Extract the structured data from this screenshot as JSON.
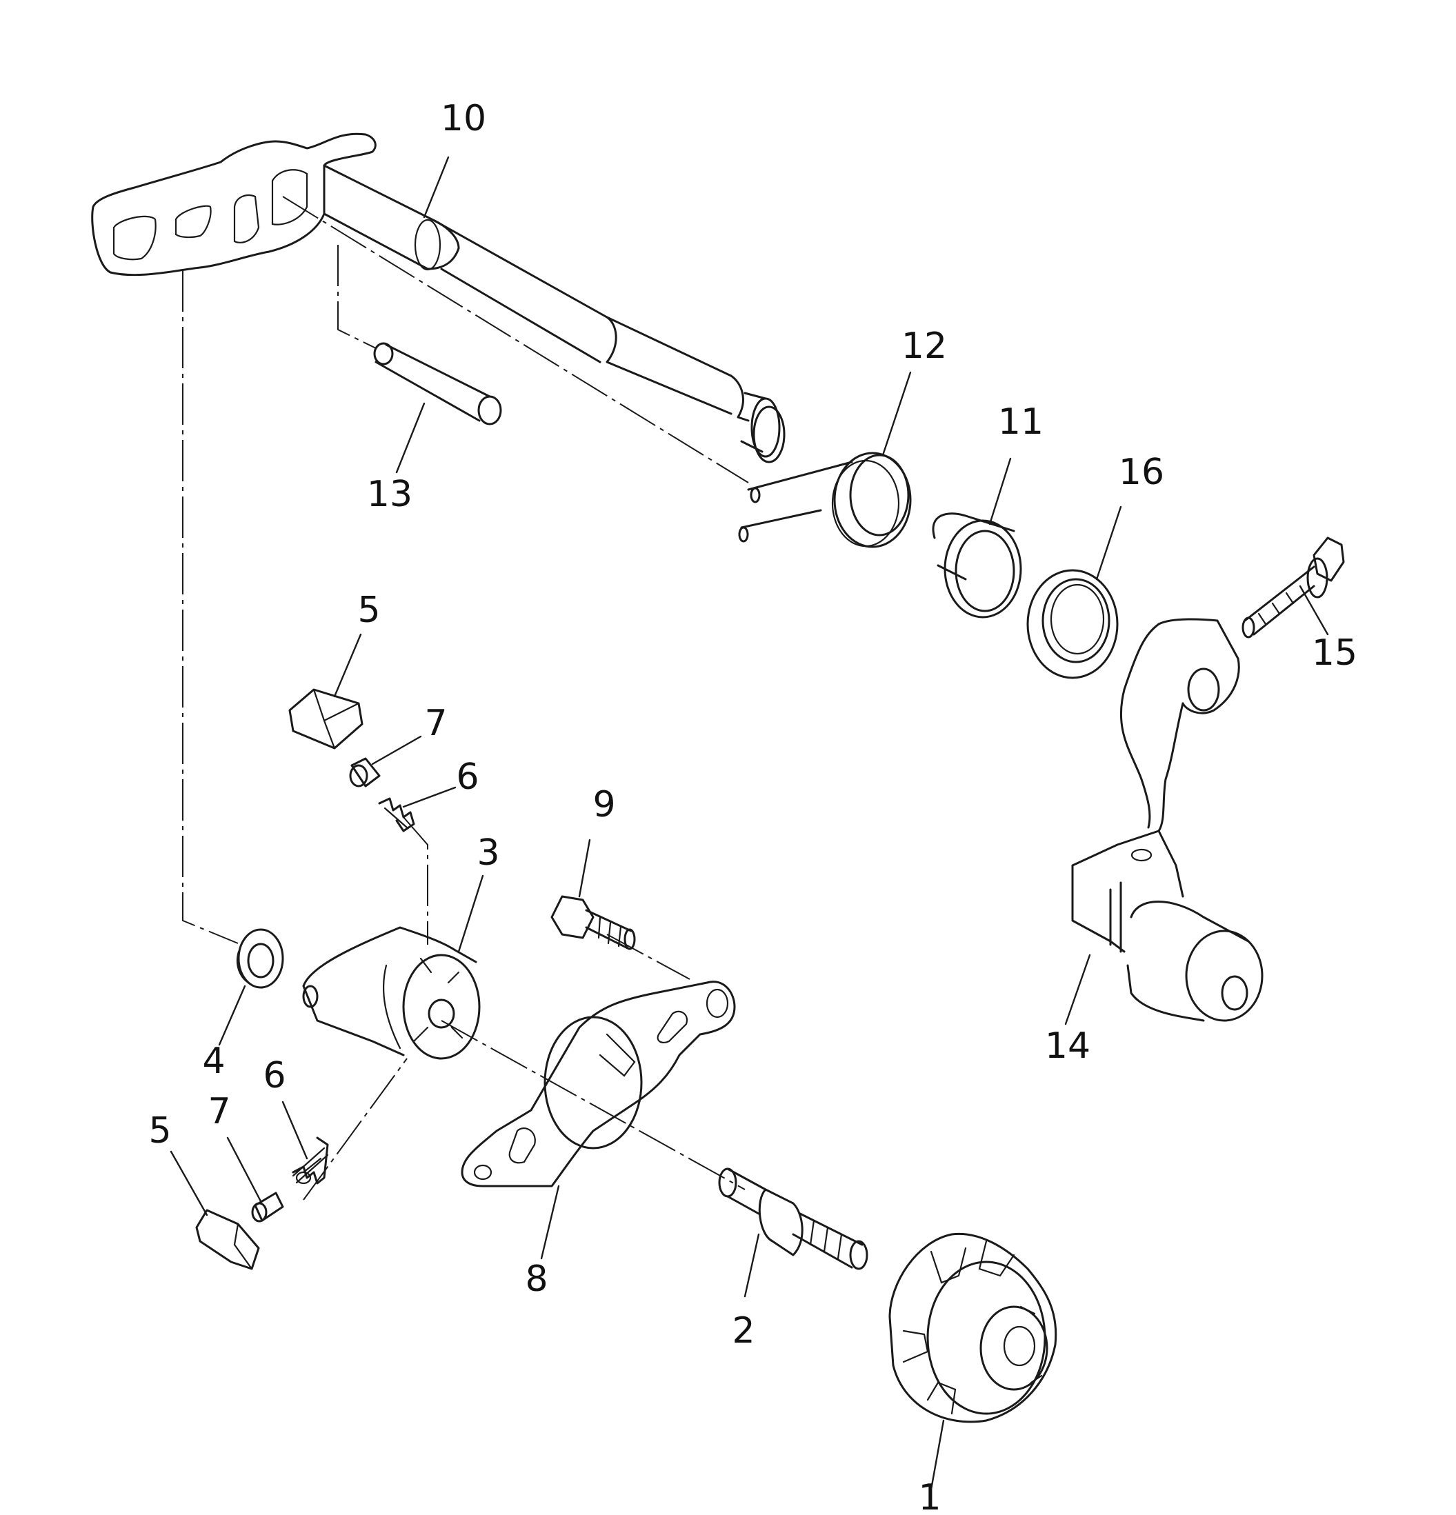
{
  "callouts": [
    {
      "id": "c10",
      "text": "10"
    },
    {
      "id": "c12",
      "text": "12"
    },
    {
      "id": "c11",
      "text": "11"
    },
    {
      "id": "c16",
      "text": "16"
    },
    {
      "id": "c15",
      "text": "15"
    },
    {
      "id": "c13",
      "text": "13"
    },
    {
      "id": "c5a",
      "text": "5"
    },
    {
      "id": "c7a",
      "text": "7"
    },
    {
      "id": "c6a",
      "text": "6"
    },
    {
      "id": "c9",
      "text": "9"
    },
    {
      "id": "c3",
      "text": "3"
    },
    {
      "id": "c14",
      "text": "14"
    },
    {
      "id": "c4",
      "text": "4"
    },
    {
      "id": "c6b",
      "text": "6"
    },
    {
      "id": "c7b",
      "text": "7"
    },
    {
      "id": "c5b",
      "text": "5"
    },
    {
      "id": "c8",
      "text": "8"
    },
    {
      "id": "c2",
      "text": "2"
    },
    {
      "id": "c1",
      "text": "1"
    }
  ]
}
